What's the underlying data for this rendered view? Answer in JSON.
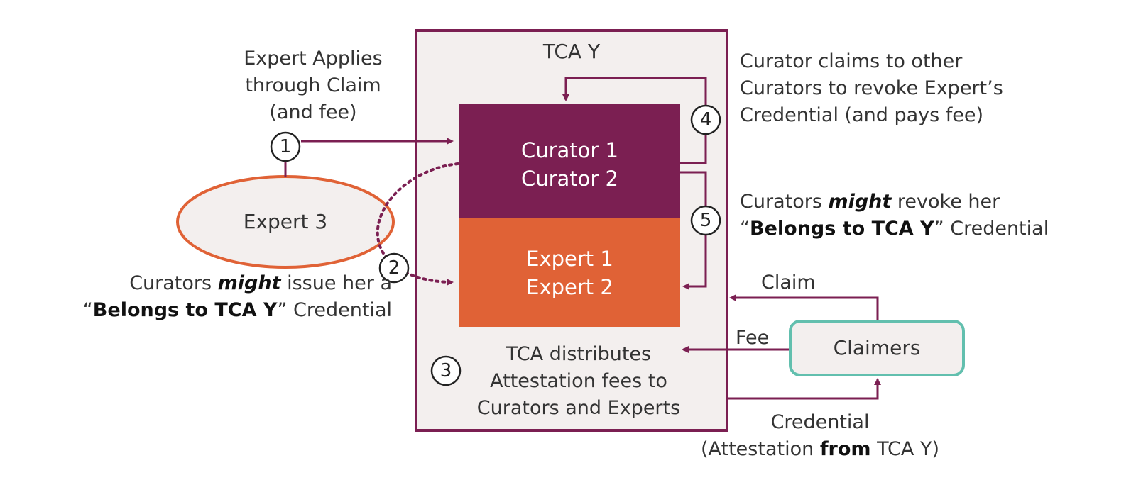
{
  "tca": {
    "title": "TCA Y",
    "curators": [
      "Curator 1",
      "Curator 2"
    ],
    "experts": [
      "Expert 1",
      "Expert 2"
    ],
    "distribution": [
      "TCA distributes",
      "Attestation fees to",
      "Curators and Experts"
    ]
  },
  "expert3": {
    "label": "Expert 3"
  },
  "claimers": {
    "label": "Claimers"
  },
  "steps": [
    "1",
    "2",
    "3",
    "4",
    "5"
  ],
  "notes": {
    "apply": [
      "Expert Applies",
      "through Claim",
      "(and fee)"
    ],
    "issue": {
      "line1_pre": "Curators ",
      "line1_em": "might",
      "line1_post": " issue her a",
      "line2_pre": "“",
      "line2_bold": "Belongs to TCA Y",
      "line2_post": "” Credential"
    },
    "revoke_claim": [
      "Curator claims to other",
      "Curators to revoke Expert’s",
      "Credential (and pays fee)"
    ],
    "revoke": {
      "line1_pre": "Curators ",
      "line1_em": "might",
      "line1_post": " revoke her",
      "line2_pre": "“",
      "line2_bold": "Belongs to TCA Y",
      "line2_post": "” Credential"
    },
    "claim": "Claim",
    "fee": "Fee",
    "credential": {
      "line1": "Credential",
      "line2_pre": "(Attestation ",
      "line2_bold": "from",
      "line2_post": " TCA Y)"
    }
  },
  "colors": {
    "tca_border": "#7b1f52",
    "tca_fill": "#f3efee",
    "curator_fill": "#7b1f52",
    "expert_fill": "#e06236",
    "expert3_border": "#e06236",
    "claimers_border": "#62bfae",
    "arrow": "#7b1f52"
  }
}
